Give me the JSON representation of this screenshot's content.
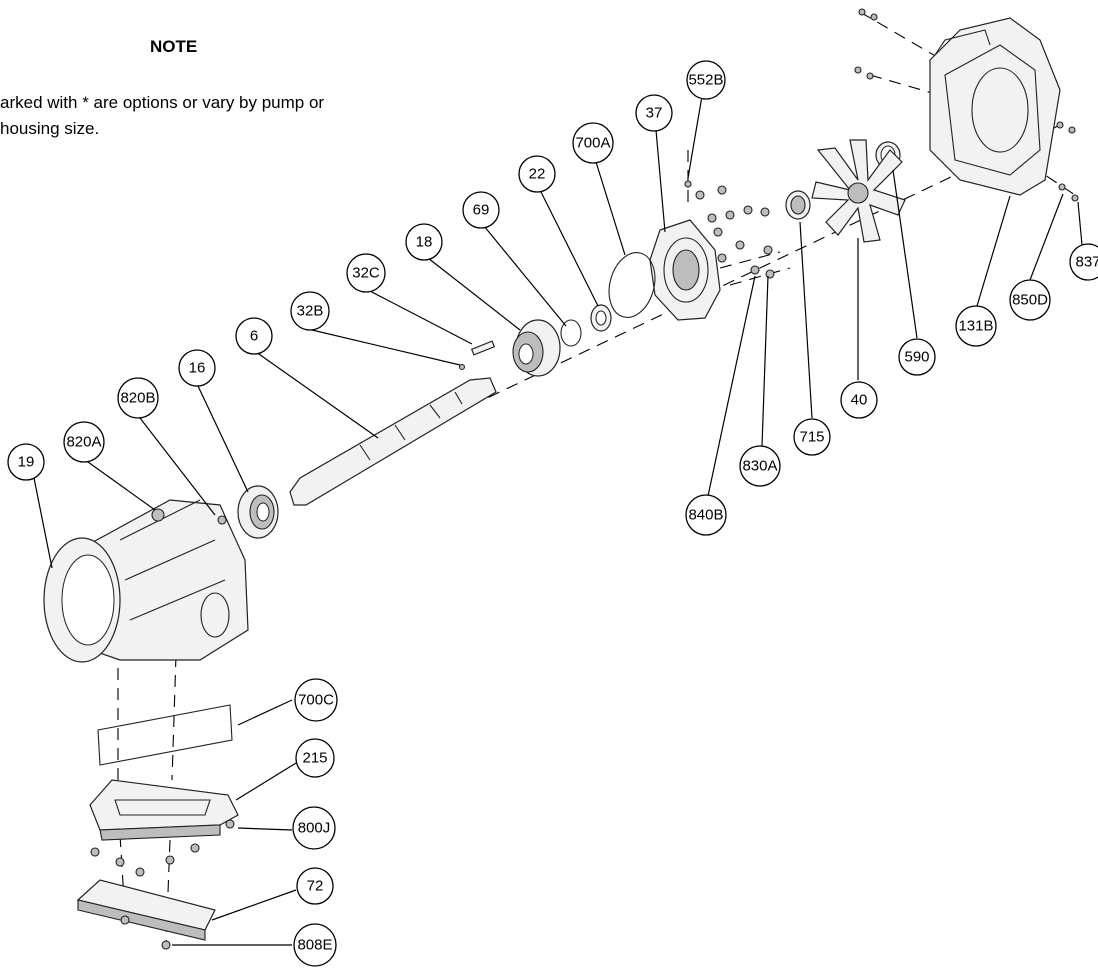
{
  "note": {
    "title": "NOTE",
    "line1": "arked with * are options or vary by pump or",
    "line2": "housing size."
  },
  "callouts": [
    {
      "id": "552B"
    },
    {
      "id": "37"
    },
    {
      "id": "700A"
    },
    {
      "id": "22"
    },
    {
      "id": "69"
    },
    {
      "id": "18"
    },
    {
      "id": "32C"
    },
    {
      "id": "32B"
    },
    {
      "id": "6"
    },
    {
      "id": "16"
    },
    {
      "id": "820B"
    },
    {
      "id": "820A"
    },
    {
      "id": "19"
    },
    {
      "id": "700C"
    },
    {
      "id": "215"
    },
    {
      "id": "800J"
    },
    {
      "id": "72"
    },
    {
      "id": "808E"
    },
    {
      "id": "840B"
    },
    {
      "id": "830A"
    },
    {
      "id": "715"
    },
    {
      "id": "40"
    },
    {
      "id": "590"
    },
    {
      "id": "131B"
    },
    {
      "id": "850D"
    },
    {
      "id": "837"
    }
  ]
}
